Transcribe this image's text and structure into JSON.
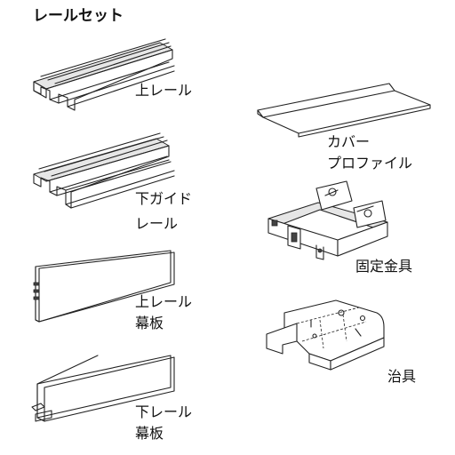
{
  "title": "レールセット",
  "parts": [
    {
      "id": "upper-rail",
      "lines": [
        "上レール"
      ]
    },
    {
      "id": "lower-guide-rail",
      "lines": [
        "下ガイド",
        "レール"
      ]
    },
    {
      "id": "upper-rail-fascia",
      "lines": [
        "上レール",
        "幕板"
      ]
    },
    {
      "id": "lower-rail-fascia",
      "lines": [
        "下レール",
        "幕板"
      ]
    },
    {
      "id": "cover-profile",
      "lines": [
        "カバー",
        "プロファイル"
      ]
    },
    {
      "id": "fixing-bracket",
      "lines": [
        "固定金具"
      ]
    },
    {
      "id": "jig",
      "lines": [
        "治具"
      ]
    }
  ]
}
